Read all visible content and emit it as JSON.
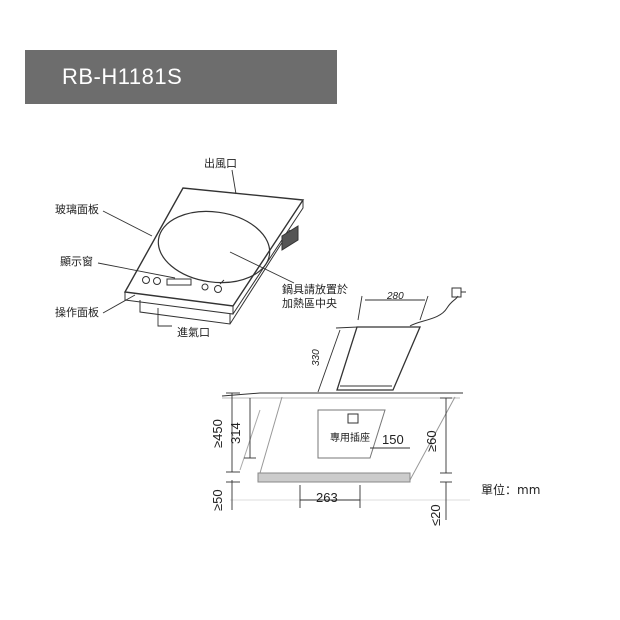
{
  "model": "RB-H1181S",
  "labels": {
    "exhaust": "出風口",
    "glass_panel": "玻璃面板",
    "display": "顯示窗",
    "control_panel": "操作面板",
    "intake": "進氣口",
    "cookware_line1": "鍋具請放置於",
    "cookware_line2": "加熱區中央",
    "outlet": "專用插座"
  },
  "dimensions": {
    "width": "280",
    "depth": "330",
    "min_450": "≥450",
    "d_314": "314",
    "d_150": "150",
    "min_60": "≥60",
    "min_50": "≥50",
    "d_263": "263",
    "max_20": "≤20"
  },
  "unit": "單位：mm",
  "colors": {
    "banner": "#6d6d6d",
    "line": "#333333"
  }
}
